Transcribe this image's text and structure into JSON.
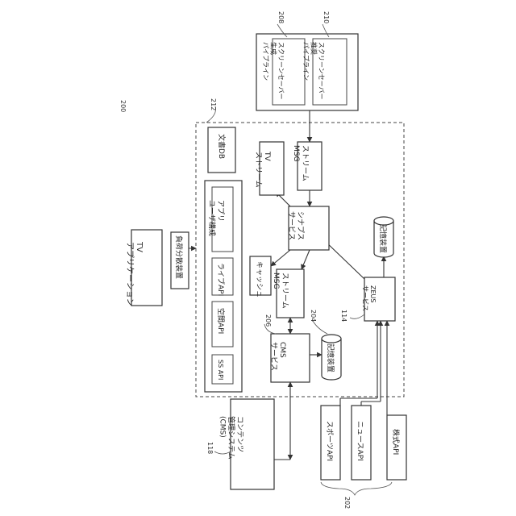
{
  "figure_number": "200",
  "nodes": {
    "tv_app": {
      "text": "TV\nアプリケーション"
    },
    "load_balancer": {
      "text": "負荷分散装置"
    },
    "cms_system": {
      "text": "コンテンツ\n管理システム\n(CMS)",
      "ref": "118"
    },
    "ss_api": {
      "text": "SS API"
    },
    "spatial_api": {
      "text": "空間API"
    },
    "live_api": {
      "text": "ライブAPI"
    },
    "app_user_config": {
      "text": "アプリ\nユーザ構成"
    },
    "document_db": {
      "text": "文書DB"
    },
    "cache": {
      "text": "キャッシュ"
    },
    "cms_service": {
      "text": "CMS\nサービス",
      "ref": "206"
    },
    "storage_cms": {
      "text": "記憶装置",
      "ref": "204"
    },
    "stream_msg_lower": {
      "text": "ストリーム\nMSG"
    },
    "synapse_service": {
      "text": "シナプス\nサービス"
    },
    "tv_stream": {
      "text": "TV\nストリーム"
    },
    "stream_msg_upper": {
      "text": "ストリーム\nMSG"
    },
    "zeus_service": {
      "text": "ZEUS\nサービス",
      "ref": "114"
    },
    "storage_zeus": {
      "text": "記憶装置"
    },
    "screensaver_gen": {
      "text": "スクリーンセーバー\n生成\nパイプライン",
      "ref": "208"
    },
    "screensaver_rec": {
      "text": "スクリーンセーバー\n推奨\nパイプライン",
      "ref": "210"
    },
    "sports_api": {
      "text": "スポーツAPI"
    },
    "news_api": {
      "text": "ニュースAPI"
    },
    "stock_api": {
      "text": "株式API"
    }
  },
  "group_refs": {
    "platform": "212",
    "external_apis": "202"
  }
}
